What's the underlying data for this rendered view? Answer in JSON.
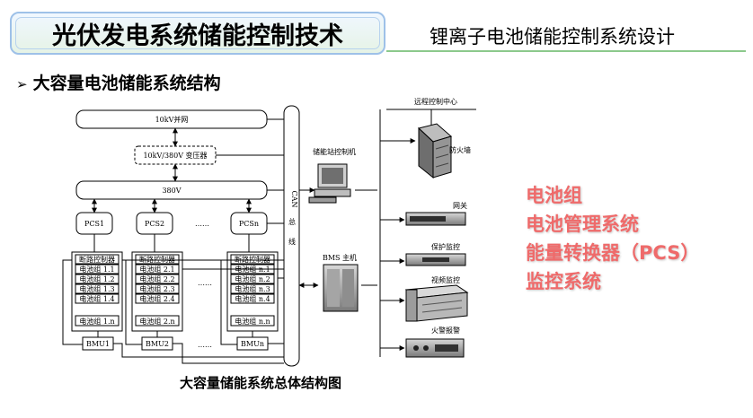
{
  "slide": {
    "title": "光伏发电系统储能控制技术",
    "subtitle": "锂离子电池储能控制系统设计",
    "section": "大容量电池储能系统结构",
    "section_marker": "➢",
    "caption": "大容量储能系统总体结构图",
    "highlights": [
      "电池组",
      "电池管理系统",
      "能量转换器（PCS）",
      "监控系统"
    ],
    "highlight_color": "#ef6a6a"
  },
  "diagram": {
    "grid_label": "10kV并网",
    "transformer_label": "10kV/380V 变压器",
    "bus_label": "380V",
    "can_label": [
      "CAN",
      "总",
      "线"
    ],
    "pcs_labels": [
      "PCS1",
      "PCS2",
      "PCSn"
    ],
    "dots": "……",
    "breaker_label": "断路控制器",
    "battery_groups": [
      [
        "电池组 1.1",
        "电池组 1.2",
        "电池组 1.3",
        "电池组 1.4"
      ],
      [
        "电池组 2.1",
        "电池组 2.2",
        "电池组 2.3",
        "电池组 2.4"
      ],
      [
        "电池组 n.1",
        "电池组 n.2",
        "电池组 n.3",
        "电池组 n.4"
      ]
    ],
    "battery_last": [
      "电池组 1.n",
      "电池组 2.n",
      "电池组 n.n"
    ],
    "bmu_labels": [
      "BMU1",
      "BMU2",
      "BMUn"
    ],
    "station_controller": "储能站控制机",
    "bms_host": "BMS 主机",
    "remote_center": "远程控制中心",
    "firewall": "防火墙",
    "gateway": "网关",
    "protection": "保护监控",
    "video": "视频监控",
    "fire_alarm": "火警报警"
  }
}
